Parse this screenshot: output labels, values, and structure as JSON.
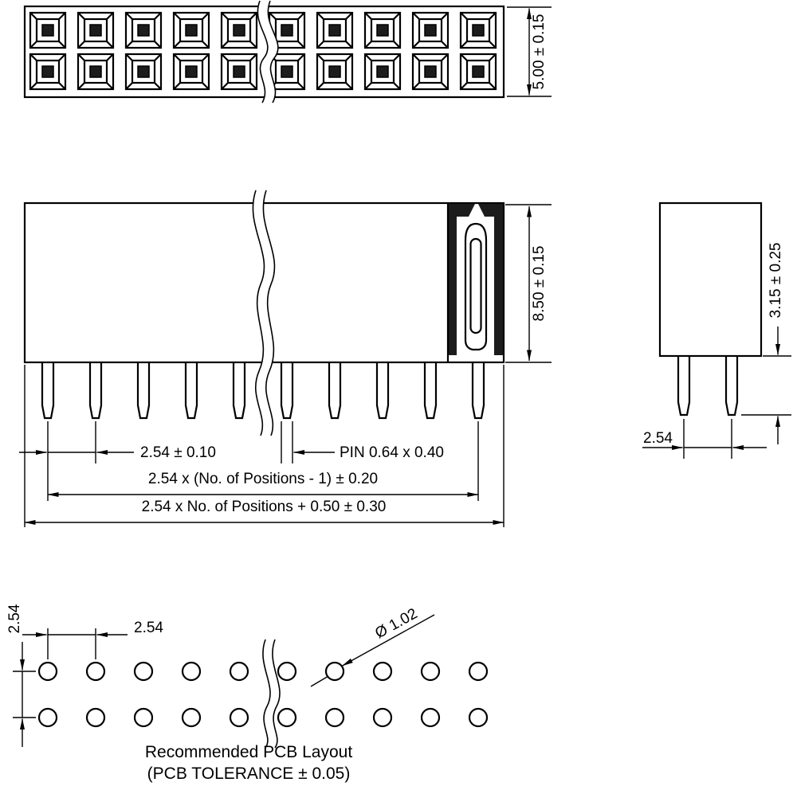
{
  "diagram": {
    "positions_shown": 10,
    "rows_shown": 2,
    "colors": {
      "line": "#000000",
      "background": "#ffffff",
      "section_fill": "#1c1c1c"
    },
    "views": {
      "top": {
        "dim_height": "5.00 ± 0.15"
      },
      "front": {
        "dim_height": "8.50 ± 0.15",
        "dim_pitch": "2.54 ± 0.10",
        "dim_pin": "PIN 0.64 x 0.40",
        "dim_span": "2.54 x (No. of Positions - 1) ± 0.20",
        "dim_overall": "2.54 x No. of Positions + 0.50 ± 0.30"
      },
      "side": {
        "dim_pin_length": "3.15 ± 0.25",
        "dim_pitch": "2.54"
      },
      "pcb": {
        "dim_row_pitch": "2.54",
        "dim_col_pitch": "2.54",
        "dim_hole_diameter": "Ø 1.02",
        "caption_line1": "Recommended PCB Layout",
        "caption_line2": "(PCB TOLERANCE ± 0.05)"
      }
    }
  }
}
